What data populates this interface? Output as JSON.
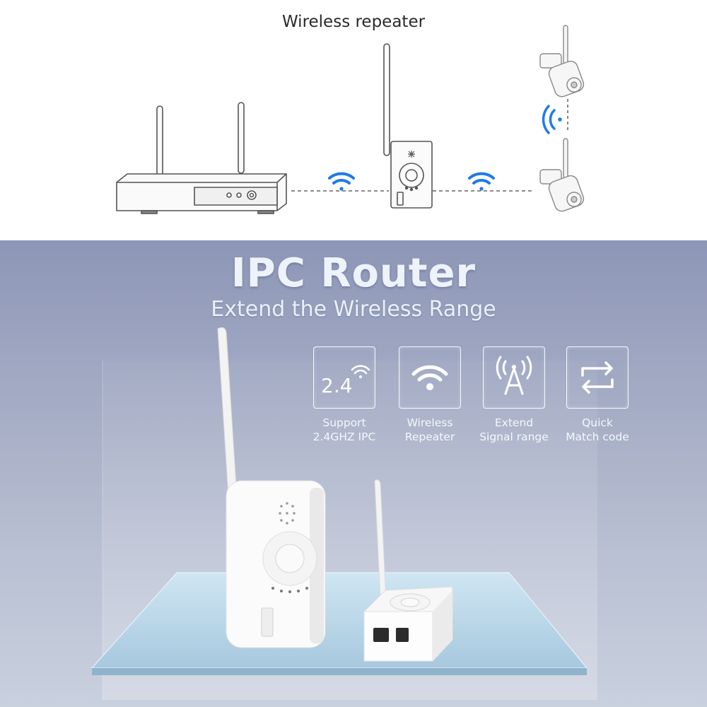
{
  "diagram": {
    "title": "Wireless repeater"
  },
  "hero": {
    "title": "IPC Router",
    "subtitle": "Extend the Wireless Range"
  },
  "features": [
    {
      "icon": "wifi-24-icon",
      "text": "2.4",
      "line1": "Support",
      "line2": "2.4GHZ IPC"
    },
    {
      "icon": "wifi-icon",
      "line1": "Wireless",
      "line2": "Repeater"
    },
    {
      "icon": "antenna-signal-icon",
      "line1": "Extend",
      "line2": "Signal range"
    },
    {
      "icon": "sync-arrows-icon",
      "line1": "Quick",
      "line2": "Match code"
    }
  ],
  "colors": {
    "wifi_blue": "#1f7bea",
    "accent_text": "#eef3fb"
  }
}
